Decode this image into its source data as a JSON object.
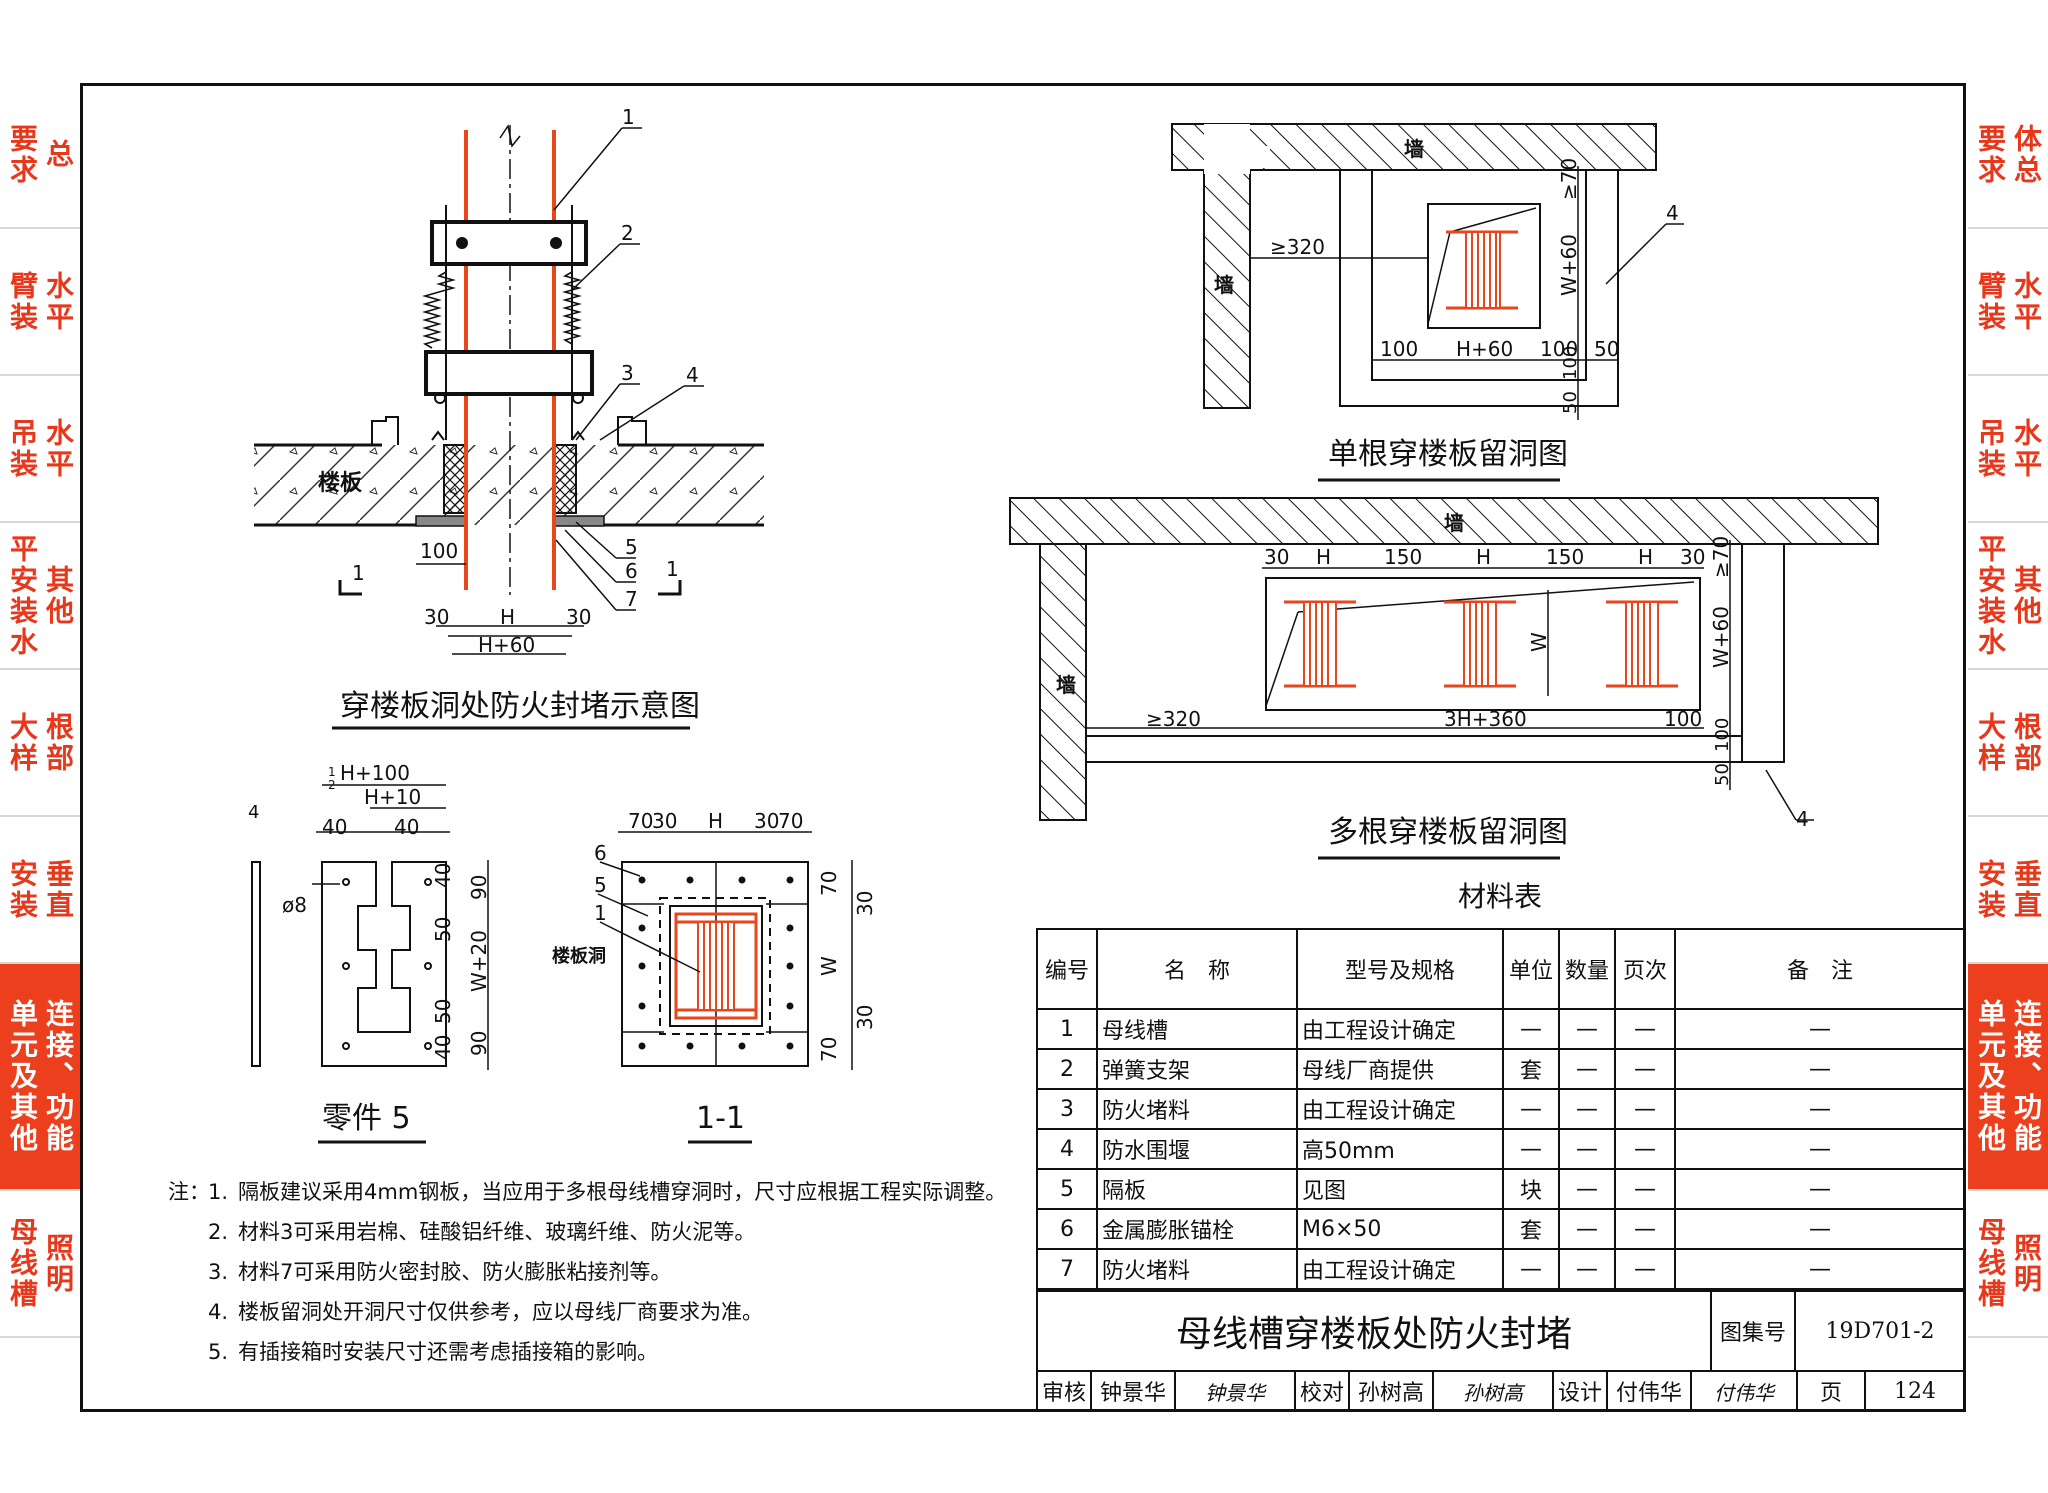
{
  "sidebar_left": [
    {
      "cols": [
        "总",
        "要求"
      ],
      "key": "a"
    },
    {
      "cols": [
        "水平",
        "臂装"
      ],
      "key": "b"
    },
    {
      "cols": [
        "水平",
        "吊装"
      ],
      "key": "c"
    },
    {
      "cols": [
        "其他",
        "平安装水"
      ],
      "key": "d"
    },
    {
      "cols": [
        "根部",
        "大样"
      ],
      "key": "e"
    },
    {
      "cols": [
        "垂直",
        "安装"
      ],
      "key": "f"
    },
    {
      "cols": [
        "连接、功能",
        "单元及其他"
      ],
      "key": "g",
      "active": true
    },
    {
      "cols": [
        "照明",
        "母线槽"
      ],
      "key": "h"
    }
  ],
  "sidebar_right": [
    {
      "cols": [
        "体总",
        "要求"
      ]
    },
    {
      "cols": [
        "水平",
        "臂装"
      ]
    },
    {
      "cols": [
        "水平",
        "吊装"
      ]
    },
    {
      "cols": [
        "其他",
        "平安装水"
      ]
    },
    {
      "cols": [
        "根部",
        "大样"
      ]
    },
    {
      "cols": [
        "垂直",
        "安装"
      ]
    },
    {
      "cols": [
        "连接、功能",
        "单元及其他"
      ],
      "active": true
    },
    {
      "cols": [
        "照明",
        "母线槽"
      ]
    }
  ],
  "fig_main": {
    "title": "穿楼板洞处防火封堵示意图",
    "floor_label": "楼板",
    "callouts": [
      "1",
      "2",
      "3",
      "4",
      "5",
      "6",
      "7"
    ],
    "section_marks": [
      "1",
      "1"
    ],
    "dims": {
      "d100": "100",
      "d30a": "30",
      "dH": "H",
      "d30b": "30",
      "dH60": "H+60"
    }
  },
  "fig_part5": {
    "title": "零件 5",
    "dims": {
      "top1": "1",
      "top2": "2",
      "H100": "H+100",
      "H10": "H+10",
      "d4": "4",
      "d40a": "40",
      "d40b": "40",
      "phi8": "ø8",
      "v40a": "40",
      "v90a": "90",
      "v50a": "50",
      "vW20": "W+20",
      "v50b": "50",
      "v40b": "40",
      "v90b": "90"
    }
  },
  "fig_section": {
    "title": "1-1",
    "hole_label": "楼板洞",
    "callouts": [
      "6",
      "5",
      "1"
    ],
    "dims": {
      "d70a": "70",
      "d30a": "30",
      "dH": "H",
      "d30b": "30",
      "d70b": "70",
      "v70a": "70",
      "v30a": "30",
      "vW": "W",
      "v30b": "30",
      "v70b": "70"
    }
  },
  "fig_single": {
    "title": "单根穿楼板留洞图",
    "wall1": "墙",
    "wall2": "墙",
    "callout": "4",
    "dims": {
      "ge320": "≥320",
      "ge70": "≥70",
      "W60": "W+60",
      "d100a": "100",
      "H60": "H+60",
      "d100b": "100",
      "d50a": "50",
      "v50": "50",
      "v100": "100"
    }
  },
  "fig_multi": {
    "title": "多根穿楼板留洞图",
    "wall1": "墙",
    "wall2": "墙",
    "callout": "4",
    "dims": {
      "d30a": "30",
      "H1": "H",
      "d150a": "150",
      "H2": "H",
      "d150b": "150",
      "H3": "H",
      "d30b": "30",
      "ge70": "≥70",
      "W60": "W+60",
      "W": "W",
      "ge320": "≥320",
      "H3_360": "3H+360",
      "d100": "100",
      "v100": "100",
      "v50": "50"
    }
  },
  "materials": {
    "title": "材料表",
    "headers": [
      "编号",
      "名　称",
      "型号及规格",
      "单位",
      "数量",
      "页次",
      "备　注"
    ],
    "rows": [
      [
        "1",
        "母线槽",
        "由工程设计确定",
        "—",
        "—",
        "—",
        "—"
      ],
      [
        "2",
        "弹簧支架",
        "母线厂商提供",
        "套",
        "—",
        "—",
        "—"
      ],
      [
        "3",
        "防火堵料",
        "由工程设计确定",
        "—",
        "—",
        "—",
        "—"
      ],
      [
        "4",
        "防水围堰",
        "高50mm",
        "—",
        "—",
        "—",
        "—"
      ],
      [
        "5",
        "隔板",
        "见图",
        "块",
        "—",
        "—",
        "—"
      ],
      [
        "6",
        "金属膨胀锚栓",
        "M6×50",
        "套",
        "—",
        "—",
        "—"
      ],
      [
        "7",
        "防火堵料",
        "由工程设计确定",
        "—",
        "—",
        "—",
        "—"
      ]
    ]
  },
  "notes": {
    "label": "注：",
    "items": [
      {
        "n": "1.",
        "text": "隔板建议采用4mm钢板，当应用于多根母线槽穿洞时，尺寸应根据工程实际调整。"
      },
      {
        "n": "2.",
        "text": "材料3可采用岩棉、硅酸铝纤维、玻璃纤维、防火泥等。"
      },
      {
        "n": "3.",
        "text": "材料7可采用防火密封胶、防火膨胀粘接剂等。"
      },
      {
        "n": "4.",
        "text": "楼板留洞处开洞尺寸仅供参考，应以母线厂商要求为准。"
      },
      {
        "n": "5.",
        "text": "有插接箱时安装尺寸还需考虑插接箱的影响。"
      }
    ]
  },
  "titleblock": {
    "title": "母线槽穿楼板处防火封堵",
    "atlas_label": "图集号",
    "atlas_no": "19D701-2",
    "page_label": "页",
    "page_no": "124",
    "review_label": "审核",
    "reviewer": "钟景华",
    "reviewer_sig": "钟景华",
    "check_label": "校对",
    "checker": "孙树高",
    "checker_sig": "孙树高",
    "design_label": "设计",
    "designer": "付伟华",
    "designer_sig": "付伟华"
  },
  "colors": {
    "busbar": "#e8461c",
    "tab_text": "#e8381c",
    "tab_active": "#ec3f1d"
  }
}
